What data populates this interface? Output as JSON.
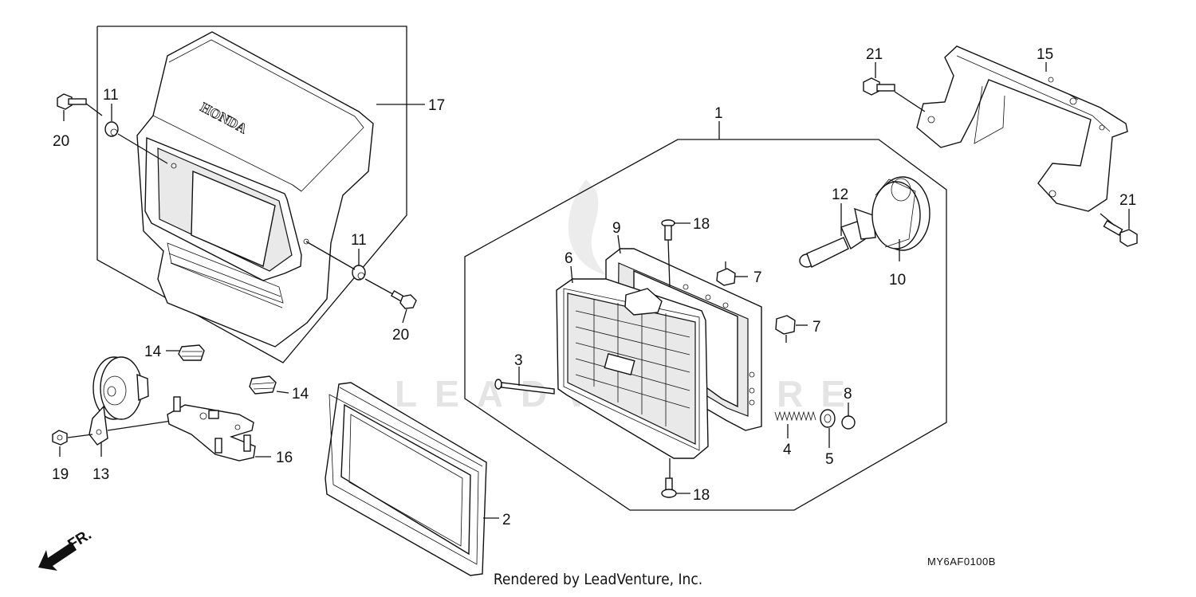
{
  "diagram": {
    "brand_mark": "HONDA",
    "front_arrow_label": "FR.",
    "drawing_code": "MY6AF0100B",
    "footer": "Rendered by LeadVenture, Inc.",
    "watermark": "LEADVENTURE",
    "callouts": {
      "c1": "1",
      "c2": "2",
      "c3": "3",
      "c4": "4",
      "c5": "5",
      "c6": "6",
      "c7a": "7",
      "c7b": "7",
      "c8": "8",
      "c9": "9",
      "c10": "10",
      "c11a": "11",
      "c11b": "11",
      "c12": "12",
      "c13": "13",
      "c14a": "14",
      "c14b": "14",
      "c15": "15",
      "c16": "16",
      "c17": "17",
      "c18a": "18",
      "c18b": "18",
      "c19": "19",
      "c20a": "20",
      "c20b": "20",
      "c21a": "21",
      "c21b": "21"
    }
  }
}
